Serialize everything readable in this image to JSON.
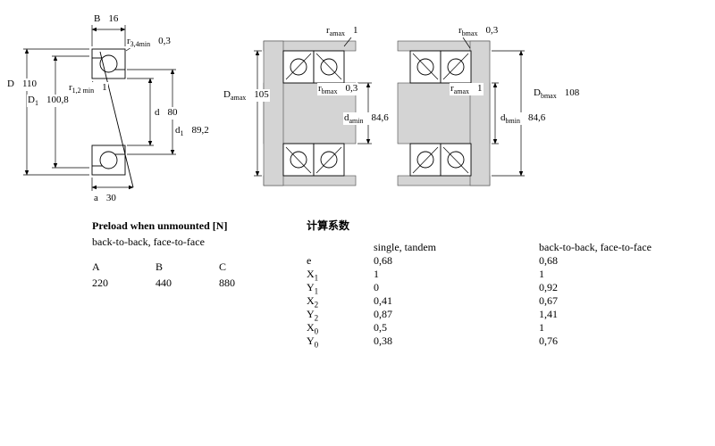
{
  "colors": {
    "background": "#ffffff",
    "line": "#000000",
    "shading": "#d4d4d4"
  },
  "dims": {
    "B": {
      "sym": "B",
      "sub": "",
      "val": "16"
    },
    "r34": {
      "sym": "r",
      "sub": "3,4min",
      "val": "0,3"
    },
    "D": {
      "sym": "D",
      "sub": "",
      "val": "110"
    },
    "r12": {
      "sym": "r",
      "sub": "1,2 min",
      "val": "1"
    },
    "D1": {
      "sym": "D",
      "sub": "1",
      "val": "100,8"
    },
    "d": {
      "sym": "d",
      "sub": "",
      "val": "80"
    },
    "d1": {
      "sym": "d",
      "sub": "1",
      "val": "89,2"
    },
    "a": {
      "sym": "a",
      "sub": "",
      "val": "30"
    },
    "ramax_top": {
      "sym": "r",
      "sub": "amax",
      "val": "1"
    },
    "Damax": {
      "sym": "D",
      "sub": "amax",
      "val": "105"
    },
    "rbmax_mid": {
      "sym": "r",
      "sub": "bmax",
      "val": "0,3"
    },
    "damin": {
      "sym": "d",
      "sub": "amin",
      "val": "84,6"
    },
    "rbmax_top": {
      "sym": "r",
      "sub": "bmax",
      "val": "0,3"
    },
    "ramax_mid": {
      "sym": "r",
      "sub": "amax",
      "val": "1"
    },
    "Dbmax": {
      "sym": "D",
      "sub": "bmax",
      "val": "108"
    },
    "dbmin": {
      "sym": "d",
      "sub": "bmin",
      "val": "84,6"
    }
  },
  "preload": {
    "title": "Preload when unmounted [N]",
    "subtitle": "back-to-back, face-to-face",
    "headers": [
      "A",
      "B",
      "C"
    ],
    "values": [
      "220",
      "440",
      "880"
    ]
  },
  "factors": {
    "title": "计算系数",
    "col_headers": {
      "single": "single, tandem",
      "pair": "back-to-back, face-to-face"
    },
    "rows": [
      {
        "sym": "e",
        "sub": "",
        "single": "0,68",
        "pair": "0,68"
      },
      {
        "sym": "X",
        "sub": "1",
        "single": "1",
        "pair": "1"
      },
      {
        "sym": "Y",
        "sub": "1",
        "single": "0",
        "pair": "0,92"
      },
      {
        "sym": "X",
        "sub": "2",
        "single": "0,41",
        "pair": "0,67"
      },
      {
        "sym": "Y",
        "sub": "2",
        "single": "0,87",
        "pair": "1,41"
      },
      {
        "sym": "X",
        "sub": "0",
        "single": "0,5",
        "pair": "1"
      },
      {
        "sym": "Y",
        "sub": "0",
        "single": "0,38",
        "pair": "0,76"
      }
    ]
  }
}
